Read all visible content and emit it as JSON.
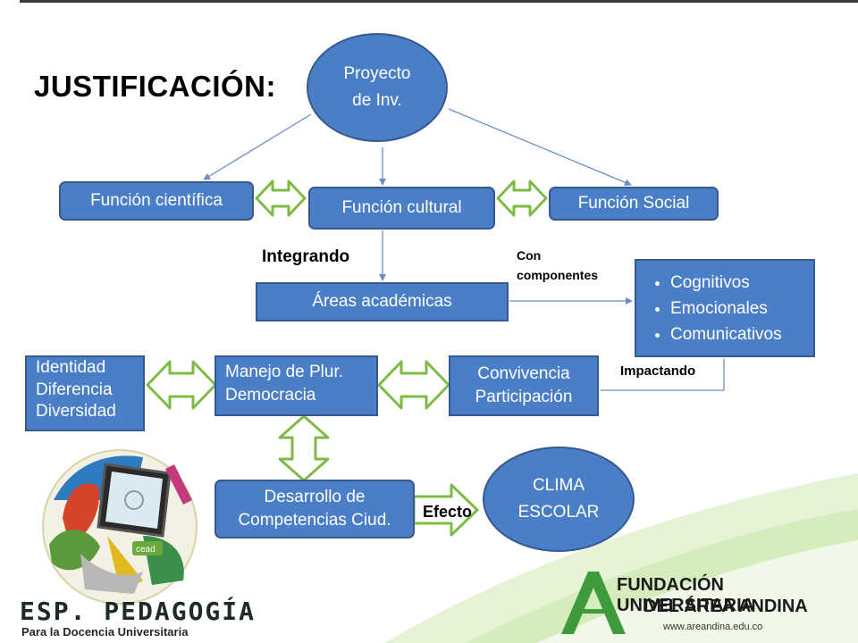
{
  "title": "JUSTIFICACIÓN:",
  "nodes": {
    "proyecto": "Proyecto\nde Inv.",
    "funcion_cientifica": "Función científica",
    "funcion_cultural": "Función cultural",
    "funcion_social": "Función Social",
    "areas_academicas": "Áreas académicas",
    "componentes": [
      "Cognitivos",
      "Emocionales",
      "Comunicativos"
    ],
    "identidad": "Identidad\nDiferencia\nDiversidad",
    "manejo": "Manejo de Plur.\nDemocracia",
    "convivencia": "Convivencia\nParticipación",
    "desarrollo": "Desarrollo de\nCompetencias Ciud.",
    "clima": "CLIMA\nESCOLAR"
  },
  "labels": {
    "integrando": "Integrando",
    "con_componentes": "Con\ncomponentes",
    "impactando": "Impactando",
    "efecto": "Efecto"
  },
  "branding": {
    "esp_title": "ESP. PEDAGOGÍA",
    "esp_subtitle": "Para la Docencia Universitaria",
    "logo_badge": "cead",
    "fundacion_line1": "FUNDACIÓN UNIVERSITARIA",
    "fundacion_line2": "DEL ÁREA ANDINA",
    "website": "www.areandina.edu.co"
  },
  "colors": {
    "node_fill": "#4a7ec6",
    "node_border": "#36598f",
    "double_arrow": "#7dbb44",
    "connector": "#6e8fc2",
    "brand_green": "#3e9a3a"
  }
}
